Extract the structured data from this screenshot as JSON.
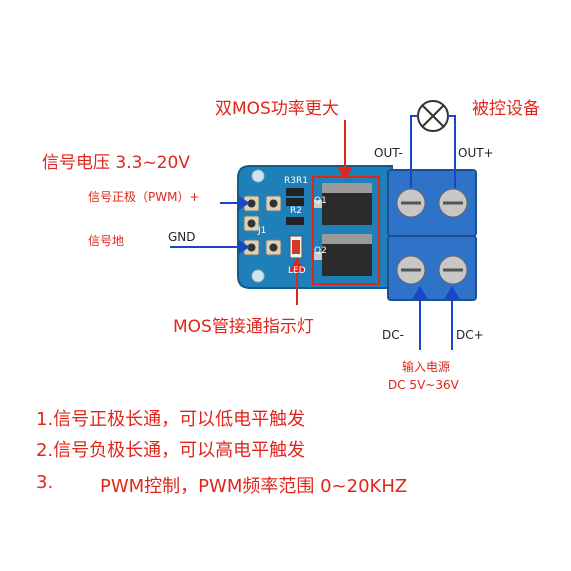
{
  "labels": {
    "dual_mos": "双MOS功率更大",
    "controlled_device": "被控设备",
    "signal_voltage": "信号电压 3.3~20V",
    "signal_positive": "信号正极（PWM）+",
    "signal_ground": "信号地",
    "gnd": "GND",
    "out_minus": "OUT-",
    "out_plus": "OUT+",
    "mos_indicator": "MOS管接通指示灯",
    "dc_minus": "DC-",
    "dc_plus": "DC+",
    "input_power": "输入电源",
    "input_range": "DC 5V~36V"
  },
  "silkscreen": {
    "r3": "R3",
    "r1": "R1",
    "r2": "R2",
    "q1": "Q1",
    "q2": "Q2",
    "j1": "J1",
    "led": "LED"
  },
  "notes": [
    "1.信号正极长通，可以低电平触发",
    "2.信号负极长通，可以高电平触发",
    "3.",
    "PWM控制，PWM频率范围 0~20KHZ"
  ],
  "colors": {
    "red": "#e0261c",
    "blue": "#1a47c8",
    "pcb": "#1f7fb8",
    "terminal": "#2f73c9"
  }
}
